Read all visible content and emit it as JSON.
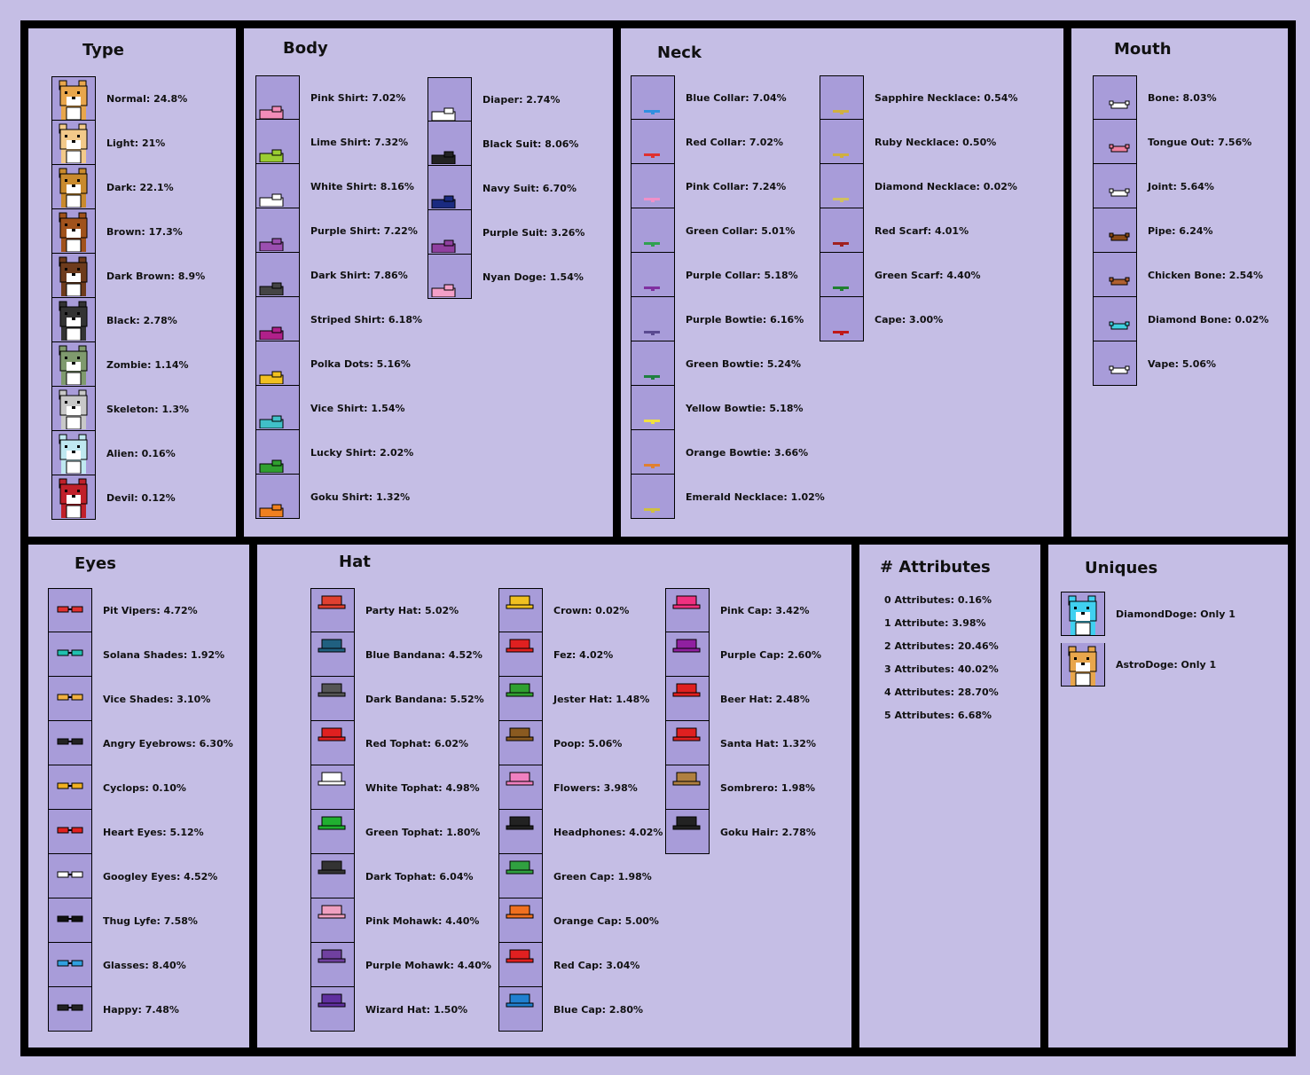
{
  "type": {
    "title": "Type",
    "items": [
      {
        "label": "Normal: 24.8%",
        "color": "#e8a64c",
        "icon": "doge-normal-icon"
      },
      {
        "label": "Light: 21%",
        "color": "#f2c98a",
        "icon": "doge-light-icon"
      },
      {
        "label": "Dark: 22.1%",
        "color": "#c98a2d",
        "icon": "doge-dark-icon"
      },
      {
        "label": "Brown: 17.3%",
        "color": "#a0521c",
        "icon": "doge-brown-icon"
      },
      {
        "label": "Dark Brown: 8.9%",
        "color": "#6e3b1c",
        "icon": "doge-dark-brown-icon"
      },
      {
        "label": "Black: 2.78%",
        "color": "#333333",
        "icon": "doge-black-icon"
      },
      {
        "label": "Zombie: 1.14%",
        "color": "#7f9a6e",
        "icon": "doge-zombie-icon"
      },
      {
        "label": "Skeleton: 1.3%",
        "color": "#c8c8c8",
        "icon": "doge-skeleton-icon"
      },
      {
        "label": "Alien: 0.16%",
        "color": "#bfe8f0",
        "icon": "doge-alien-icon"
      },
      {
        "label": "Devil: 0.12%",
        "color": "#c0202a",
        "icon": "doge-devil-icon"
      }
    ]
  },
  "body": {
    "title": "Body",
    "col1": [
      {
        "label": "Pink Shirt: 7.02%",
        "color": "#f28cb8",
        "icon": "pink-shirt-icon"
      },
      {
        "label": "Lime Shirt: 7.32%",
        "color": "#9acd32",
        "icon": "lime-shirt-icon"
      },
      {
        "label": "White Shirt: 8.16%",
        "color": "#ffffff",
        "icon": "white-shirt-icon"
      },
      {
        "label": "Purple Shirt: 7.22%",
        "color": "#9b4fb0",
        "icon": "purple-shirt-icon"
      },
      {
        "label": "Dark Shirt: 7.86%",
        "color": "#444444",
        "icon": "dark-shirt-icon"
      },
      {
        "label": "Striped Shirt: 6.18%",
        "color": "#b0208a",
        "icon": "striped-shirt-icon"
      },
      {
        "label": "Polka Dots: 5.16%",
        "color": "#f2c020",
        "icon": "polka-dots-icon"
      },
      {
        "label": "Vice Shirt: 1.54%",
        "color": "#40c0c8",
        "icon": "vice-shirt-icon"
      },
      {
        "label": "Lucky Shirt: 2.02%",
        "color": "#30a030",
        "icon": "lucky-shirt-icon"
      },
      {
        "label": "Goku Shirt: 1.32%",
        "color": "#f08020",
        "icon": "goku-shirt-icon"
      }
    ],
    "col2": [
      {
        "label": "Diaper: 2.74%",
        "color": "#ffffff",
        "icon": "diaper-icon"
      },
      {
        "label": "Black Suit: 8.06%",
        "color": "#222222",
        "icon": "black-suit-icon"
      },
      {
        "label": "Navy Suit: 6.70%",
        "color": "#1a2a80",
        "icon": "navy-suit-icon"
      },
      {
        "label": "Purple Suit: 3.26%",
        "color": "#9040a0",
        "icon": "purple-suit-icon"
      },
      {
        "label": "Nyan Doge: 1.54%",
        "color": "#f4a0c8",
        "icon": "nyan-doge-icon"
      }
    ]
  },
  "neck": {
    "title": "Neck",
    "col1": [
      {
        "label": "Blue Collar: 7.04%",
        "color": "#3090e0",
        "icon": "blue-collar-icon"
      },
      {
        "label": "Red Collar: 7.02%",
        "color": "#e03030",
        "icon": "red-collar-icon"
      },
      {
        "label": "Pink Collar: 7.24%",
        "color": "#f090c8",
        "icon": "pink-collar-icon"
      },
      {
        "label": "Green Collar: 5.01%",
        "color": "#30a050",
        "icon": "green-collar-icon"
      },
      {
        "label": "Purple Collar: 5.18%",
        "color": "#8030a0",
        "icon": "purple-collar-icon"
      },
      {
        "label": "Purple Bowtie: 6.16%",
        "color": "#5a4a90",
        "icon": "purple-bowtie-icon"
      },
      {
        "label": "Green Bowtie: 5.24%",
        "color": "#208040",
        "icon": "green-bowtie-icon"
      },
      {
        "label": "Yellow Bowtie: 5.18%",
        "color": "#f0e040",
        "icon": "yellow-bowtie-icon"
      },
      {
        "label": "Orange Bowtie: 3.66%",
        "color": "#e08030",
        "icon": "orange-bowtie-icon"
      },
      {
        "label": "Emerald Necklace: 1.02%",
        "color": "#d0c040",
        "icon": "emerald-necklace-icon"
      }
    ],
    "col2": [
      {
        "label": "Sapphire Necklace: 0.54%",
        "color": "#d0b040",
        "icon": "sapphire-necklace-icon"
      },
      {
        "label": "Ruby Necklace: 0.50%",
        "color": "#d0b040",
        "icon": "ruby-necklace-icon"
      },
      {
        "label": "Diamond Necklace: 0.02%",
        "color": "#d0c060",
        "icon": "diamond-necklace-icon"
      },
      {
        "label": "Red Scarf: 4.01%",
        "color": "#a02020",
        "icon": "red-scarf-icon"
      },
      {
        "label": "Green Scarf: 4.40%",
        "color": "#208030",
        "icon": "green-scarf-icon"
      },
      {
        "label": "Cape: 3.00%",
        "color": "#c01818",
        "icon": "cape-icon"
      }
    ]
  },
  "mouth": {
    "title": "Mouth",
    "items": [
      {
        "label": "Bone: 8.03%",
        "color": "#ffffff",
        "icon": "bone-icon"
      },
      {
        "label": "Tongue Out: 7.56%",
        "color": "#f080a0",
        "icon": "tongue-icon"
      },
      {
        "label": "Joint: 5.64%",
        "color": "#ffffff",
        "icon": "joint-icon"
      },
      {
        "label": "Pipe: 6.24%",
        "color": "#8a4a18",
        "icon": "pipe-icon"
      },
      {
        "label": "Chicken Bone: 2.54%",
        "color": "#b06030",
        "icon": "chicken-bone-icon"
      },
      {
        "label": "Diamond Bone: 0.02%",
        "color": "#40d0e0",
        "icon": "diamond-bone-icon"
      },
      {
        "label": "Vape: 5.06%",
        "color": "#ffffff",
        "icon": "vape-icon"
      }
    ]
  },
  "eyes": {
    "title": "Eyes",
    "items": [
      {
        "label": "Pit Vipers: 4.72%",
        "color": "#e03030",
        "icon": "pit-vipers-icon"
      },
      {
        "label": "Solana Shades: 1.92%",
        "color": "#20c0b0",
        "icon": "solana-shades-icon"
      },
      {
        "label": "Vice Shades: 3.10%",
        "color": "#f0b040",
        "icon": "vice-shades-icon"
      },
      {
        "label": "Angry Eyebrows: 6.30%",
        "color": "#222222",
        "icon": "angry-eyebrows-icon"
      },
      {
        "label": "Cyclops: 0.10%",
        "color": "#f0b020",
        "icon": "cyclops-icon"
      },
      {
        "label": "Heart Eyes: 5.12%",
        "color": "#e02020",
        "icon": "heart-eyes-icon"
      },
      {
        "label": "Googley Eyes: 4.52%",
        "color": "#ffffff",
        "icon": "googley-eyes-icon"
      },
      {
        "label": "Thug Lyfe: 7.58%",
        "color": "#111111",
        "icon": "thug-lyfe-icon"
      },
      {
        "label": "Glasses: 8.40%",
        "color": "#30a0e0",
        "icon": "glasses-icon"
      },
      {
        "label": "Happy: 7.48%",
        "color": "#222222",
        "icon": "happy-eyes-icon"
      }
    ]
  },
  "hat": {
    "title": "Hat",
    "col1": [
      {
        "label": "Party Hat: 5.02%",
        "color": "#e04030",
        "icon": "party-hat-icon"
      },
      {
        "label": "Blue Bandana: 4.52%",
        "color": "#206080",
        "icon": "blue-bandana-icon"
      },
      {
        "label": "Dark Bandana: 5.52%",
        "color": "#555555",
        "icon": "dark-bandana-icon"
      },
      {
        "label": "Red Tophat: 6.02%",
        "color": "#e02020",
        "icon": "red-tophat-icon"
      },
      {
        "label": "White Tophat: 4.98%",
        "color": "#ffffff",
        "icon": "white-tophat-icon"
      },
      {
        "label": "Green Tophat: 1.80%",
        "color": "#20b030",
        "icon": "green-tophat-icon"
      },
      {
        "label": "Dark Tophat: 6.04%",
        "color": "#333333",
        "icon": "dark-tophat-icon"
      },
      {
        "label": "Pink Mohawk: 4.40%",
        "color": "#f0a0c0",
        "icon": "pink-mohawk-icon"
      },
      {
        "label": "Purple Mohawk: 4.40%",
        "color": "#7040a0",
        "icon": "purple-mohawk-icon"
      },
      {
        "label": "Wizard Hat: 1.50%",
        "color": "#6030a0",
        "icon": "wizard-hat-icon"
      }
    ],
    "col2": [
      {
        "label": "Crown: 0.02%",
        "color": "#f0c020",
        "icon": "crown-icon"
      },
      {
        "label": "Fez: 4.02%",
        "color": "#e02020",
        "icon": "fez-icon"
      },
      {
        "label": "Jester Hat: 1.48%",
        "color": "#30a030",
        "icon": "jester-hat-icon"
      },
      {
        "label": "Poop: 5.06%",
        "color": "#8a5a20",
        "icon": "poop-icon"
      },
      {
        "label": "Flowers: 3.98%",
        "color": "#f080c0",
        "icon": "flowers-icon"
      },
      {
        "label": "Headphones: 4.02%",
        "color": "#222222",
        "icon": "headphones-icon"
      },
      {
        "label": "Green Cap: 1.98%",
        "color": "#30a040",
        "icon": "green-cap-icon"
      },
      {
        "label": "Orange Cap: 5.00%",
        "color": "#f07020",
        "icon": "orange-cap-icon"
      },
      {
        "label": "Red Cap: 3.04%",
        "color": "#e02020",
        "icon": "red-cap-icon"
      },
      {
        "label": "Blue Cap: 2.80%",
        "color": "#2080d0",
        "icon": "blue-cap-icon"
      }
    ],
    "col3": [
      {
        "label": "Pink Cap: 3.42%",
        "color": "#f03080",
        "icon": "pink-cap-icon"
      },
      {
        "label": "Purple Cap: 2.60%",
        "color": "#9020a0",
        "icon": "purple-cap-icon"
      },
      {
        "label": "Beer Hat: 2.48%",
        "color": "#e02020",
        "icon": "beer-hat-icon"
      },
      {
        "label": "Santa Hat: 1.32%",
        "color": "#e02020",
        "icon": "santa-hat-icon"
      },
      {
        "label": "Sombrero: 1.98%",
        "color": "#b08040",
        "icon": "sombrero-icon"
      },
      {
        "label": "Goku Hair: 2.78%",
        "color": "#222222",
        "icon": "goku-hair-icon"
      }
    ]
  },
  "attributes": {
    "title": "# Attributes",
    "items": [
      "0 Attributes: 0.16%",
      "1 Attribute: 3.98%",
      "2 Attributes: 20.46%",
      "3 Attributes: 40.02%",
      "4 Attributes: 28.70%",
      "5 Attributes: 6.68%"
    ]
  },
  "uniques": {
    "title": "Uniques",
    "items": [
      {
        "label": "DiamondDoge: Only 1",
        "color": "#40d0f0",
        "icon": "diamond-doge-icon"
      },
      {
        "label": "AstroDoge: Only 1",
        "color": "#e8a64c",
        "icon": "astro-doge-icon"
      }
    ]
  }
}
